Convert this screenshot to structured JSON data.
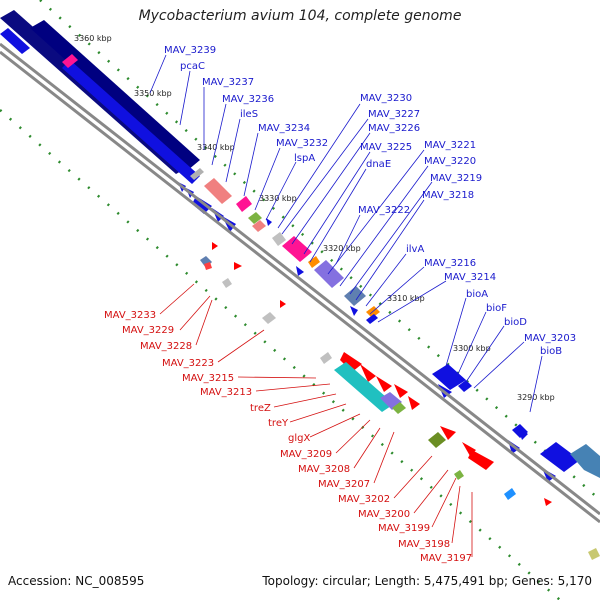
{
  "title": "Mycobacterium avium 104, complete genome",
  "footer": {
    "accession": "Accession: NC_008595",
    "summary": "Topology: circular; Length: 5,475,491 bp; Genes: 5,170"
  },
  "colors": {
    "forward": "#1010e0",
    "reverse": "#ff0000",
    "backbone": "#888888",
    "ticks": "#2e8b2e"
  },
  "kbp_ticks": [
    "3360 kbp",
    "3350 kbp",
    "3340 kbp",
    "3330 kbp",
    "3320 kbp",
    "3310 kbp",
    "3300 kbp",
    "3290 kbp"
  ],
  "forward_labels": [
    "MAV_3239",
    "pcaC",
    "MAV_3237",
    "MAV_3236",
    "ileS",
    "MAV_3234",
    "MAV_3232",
    "lspA",
    "MAV_3230",
    "MAV_3227",
    "MAV_3226",
    "MAV_3225",
    "dnaE",
    "MAV_3221",
    "MAV_3220",
    "MAV_3219",
    "MAV_3218",
    "MAV_3222",
    "ilvA",
    "MAV_3216",
    "MAV_3214",
    "bioA",
    "bioF",
    "bioD",
    "MAV_3203",
    "bioB"
  ],
  "reverse_labels": [
    "MAV_3233",
    "MAV_3229",
    "MAV_3228",
    "MAV_3223",
    "MAV_3215",
    "MAV_3213",
    "treZ",
    "treY",
    "glgX",
    "MAV_3209",
    "MAV_3208",
    "MAV_3207",
    "MAV_3202",
    "MAV_3200",
    "MAV_3199",
    "MAV_3198",
    "MAV_3197"
  ]
}
